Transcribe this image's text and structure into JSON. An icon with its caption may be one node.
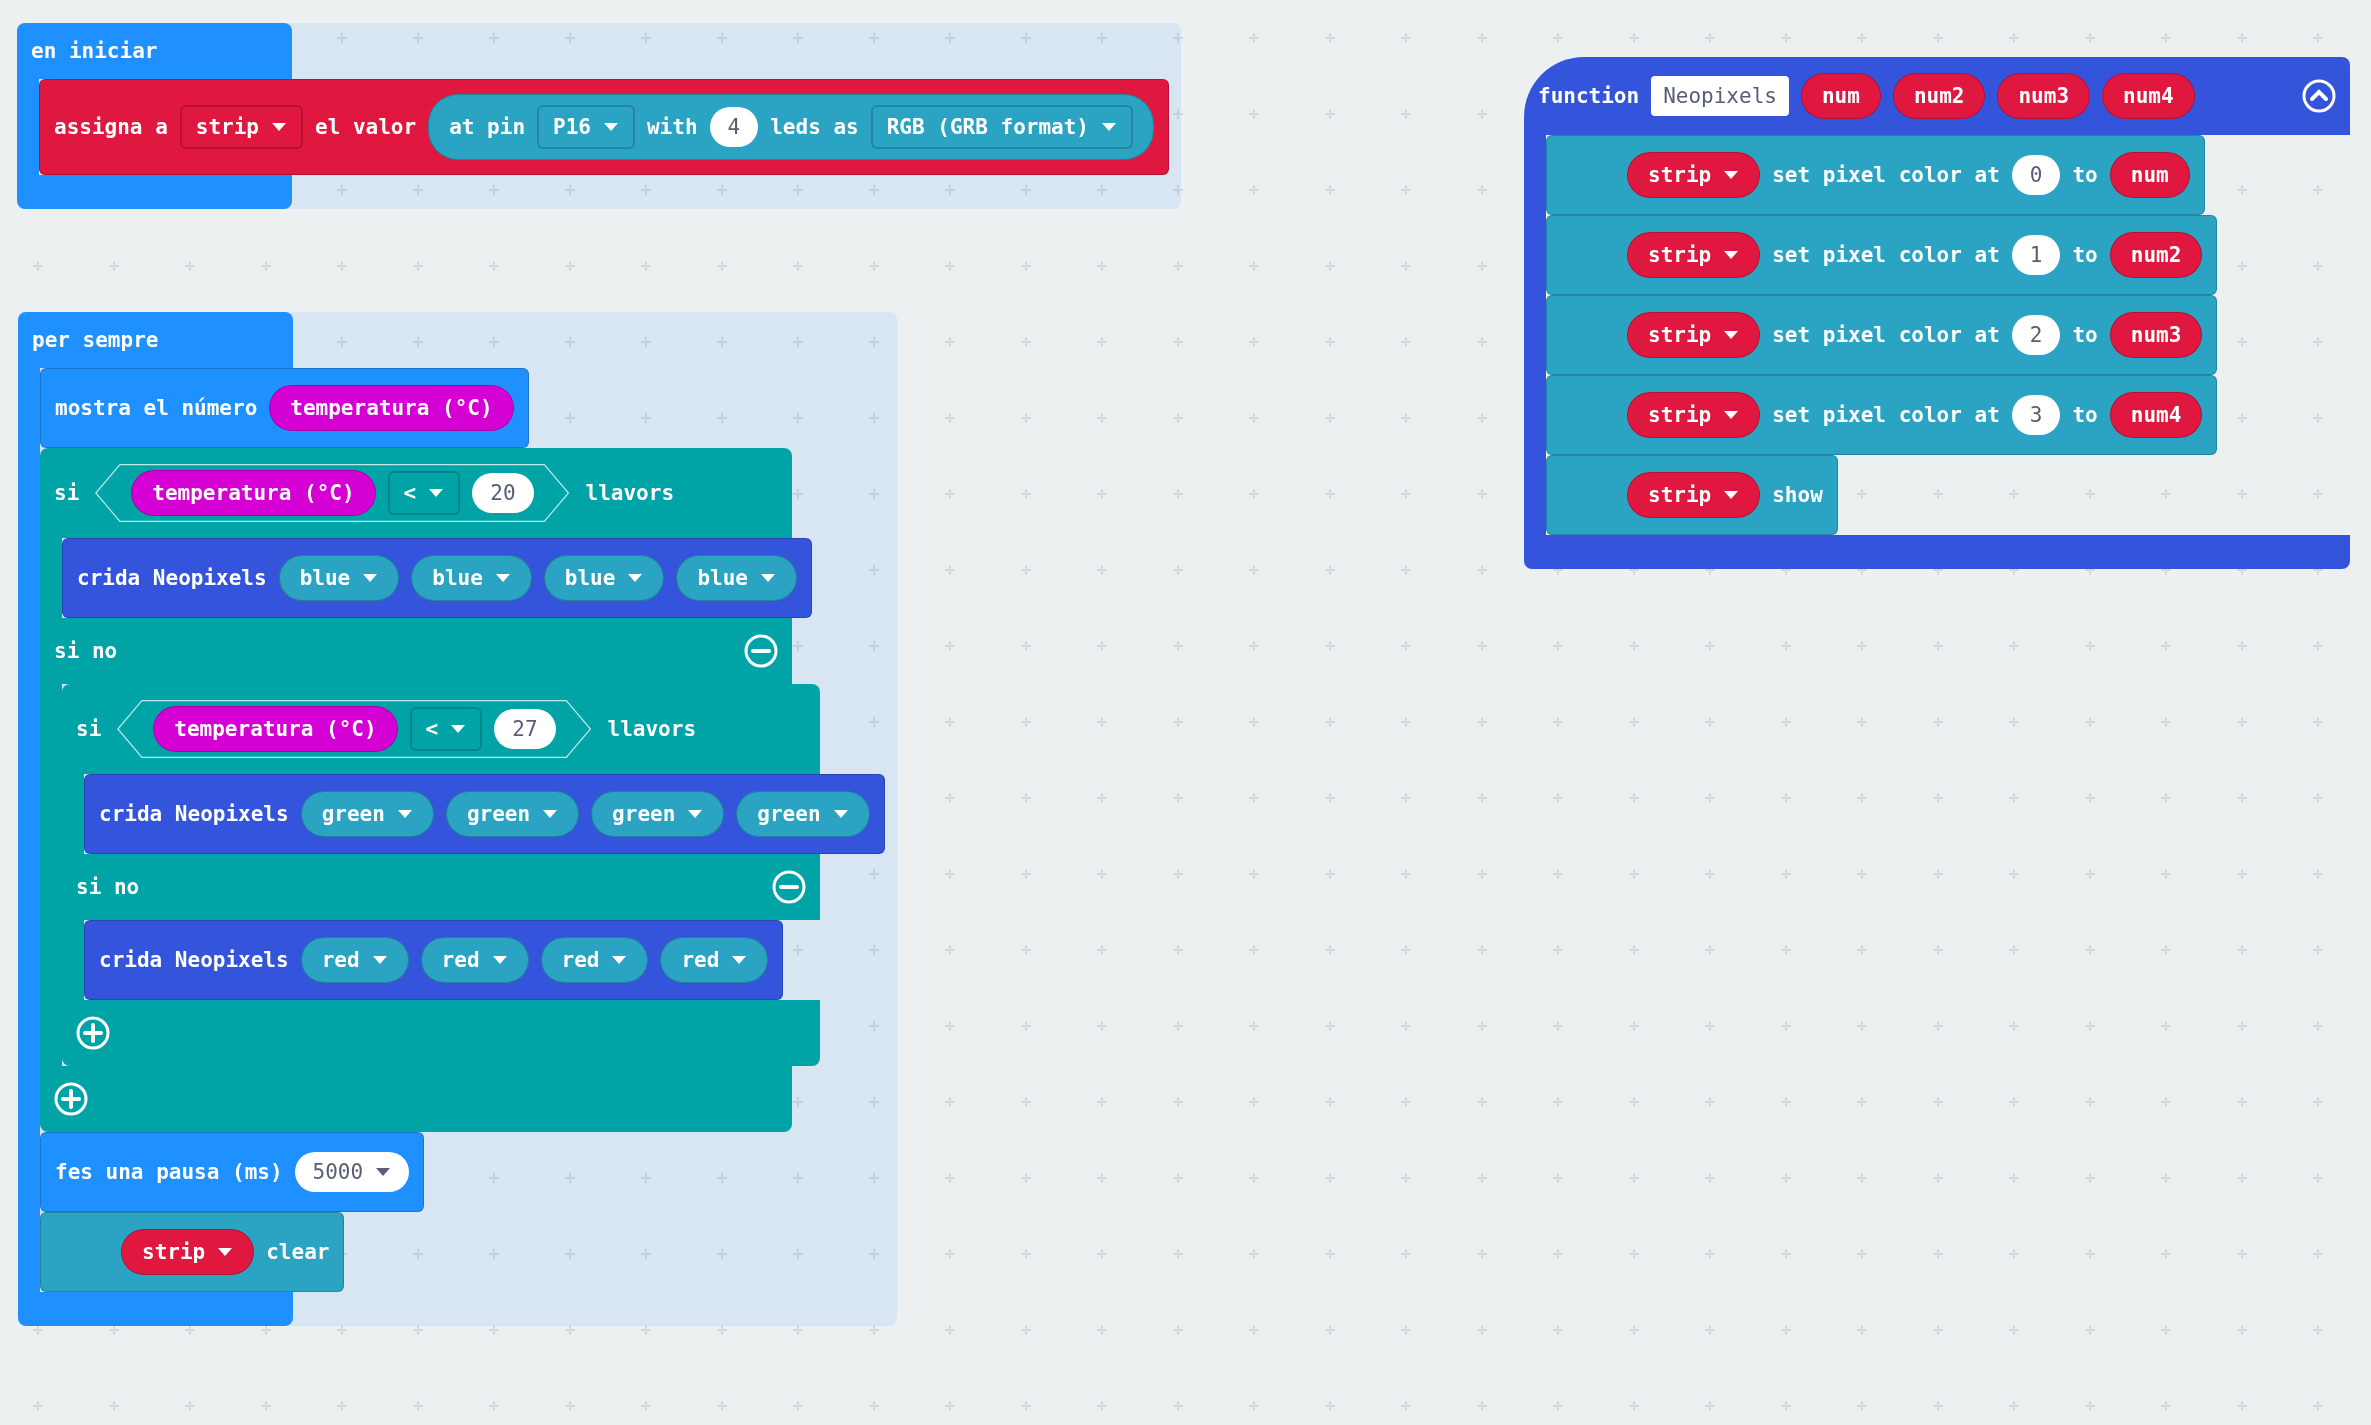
{
  "diagram": {
    "nodes": [
      {
        "text": [
          "en iniciar"
        ]
      },
      {
        "text": [
          "assigna a",
          "el valor"
        ],
        "in": 0
      },
      {
        "text": [
          "strip"
        ],
        "in": 1
      },
      {
        "text": [
          "at pin",
          "with",
          "leds as"
        ],
        "in": 1
      },
      {
        "text": [
          "P16"
        ],
        "in": 3
      },
      {
        "text": [
          "4"
        ],
        "in": 3
      },
      {
        "text": [
          "RGB (GRB format)"
        ],
        "in": 3
      },
      {
        "text": [
          "per sempre"
        ]
      },
      {
        "text": [
          "mostra el número"
        ],
        "in": 7
      },
      {
        "text": [
          "temperatura (°C)"
        ],
        "in": 8
      },
      {
        "text": [
          "si",
          "llavors",
          "si no"
        ],
        "in": 7
      },
      {
        "text": [],
        "shape": "hexagon",
        "in": 10
      },
      {
        "text": [
          "temperatura (°C)"
        ],
        "in": 11
      },
      {
        "text": [
          "<"
        ],
        "in": 11
      },
      {
        "text": [
          "20"
        ],
        "in": 11
      },
      {
        "text": [
          "crida Neopixels"
        ],
        "in": 10
      },
      {
        "text": [
          "blue"
        ],
        "in": 15
      },
      {
        "text": [
          "blue"
        ],
        "in": 15
      },
      {
        "text": [
          "blue"
        ],
        "in": 15
      },
      {
        "text": [
          "blue"
        ],
        "in": 15
      },
      {
        "text": [
          "si",
          "llavors",
          "si no"
        ],
        "in": 10
      },
      {
        "text": [],
        "shape": "hexagon",
        "in": 20
      },
      {
        "text": [
          "temperatura (°C)"
        ],
        "in": 21
      },
      {
        "text": [
          "<"
        ],
        "in": 21
      },
      {
        "text": [
          "27"
        ],
        "in": 21
      },
      {
        "text": [
          "crida Neopixels"
        ],
        "in": 20
      },
      {
        "text": [
          "green"
        ],
        "in": 25
      },
      {
        "text": [
          "green"
        ],
        "in": 25
      },
      {
        "text": [
          "green"
        ],
        "in": 25
      },
      {
        "text": [
          "green"
        ],
        "in": 25
      },
      {
        "text": [
          "crida Neopixels"
        ],
        "in": 20
      },
      {
        "text": [
          "red"
        ],
        "in": 30
      },
      {
        "text": [
          "red"
        ],
        "in": 30
      },
      {
        "text": [
          "red"
        ],
        "in": 30
      },
      {
        "text": [
          "red"
        ],
        "in": 30
      },
      {
        "text": [
          "fes una pausa (ms)"
        ],
        "in": 7
      },
      {
        "text": [
          "5000"
        ],
        "in": 35
      },
      {
        "text": [
          "clear"
        ],
        "in": 7
      },
      {
        "text": [
          "strip"
        ],
        "in": 37
      },
      {
        "text": [
          "function"
        ]
      },
      {
        "text": [
          "Neopixels"
        ],
        "in": 39
      },
      {
        "text": [
          "num"
        ],
        "in": 39
      },
      {
        "text": [
          "num2"
        ],
        "in": 39
      },
      {
        "text": [
          "num3"
        ],
        "in": 39
      },
      {
        "text": [
          "num4"
        ],
        "in": 39
      },
      {
        "text": [
          "set pixel color at",
          "to"
        ],
        "in": 39
      },
      {
        "text": [
          "strip"
        ],
        "in": 45
      },
      {
        "text": [
          "0"
        ],
        "in": 45
      },
      {
        "text": [
          "num"
        ],
        "in": 45
      },
      {
        "text": [
          "set pixel color at",
          "to"
        ],
        "in": 39
      },
      {
        "text": [
          "strip"
        ],
        "in": 49
      },
      {
        "text": [
          "1"
        ],
        "in": 49
      },
      {
        "text": [
          "num2"
        ],
        "in": 49
      },
      {
        "text": [
          "set pixel color at",
          "to"
        ],
        "in": 39
      },
      {
        "text": [
          "strip"
        ],
        "in": 53
      },
      {
        "text": [
          "2"
        ],
        "in": 53
      },
      {
        "text": [
          "num3"
        ],
        "in": 53
      },
      {
        "text": [
          "set pixel color at",
          "to"
        ],
        "in": 39
      },
      {
        "text": [
          "strip"
        ],
        "in": 57
      },
      {
        "text": [
          "3"
        ],
        "in": 57
      },
      {
        "text": [
          "num4"
        ],
        "in": 57
      },
      {
        "text": [
          "show"
        ],
        "in": 39
      },
      {
        "text": [
          "strip"
        ],
        "in": 61
      }
    ],
    "edges": []
  }
}
